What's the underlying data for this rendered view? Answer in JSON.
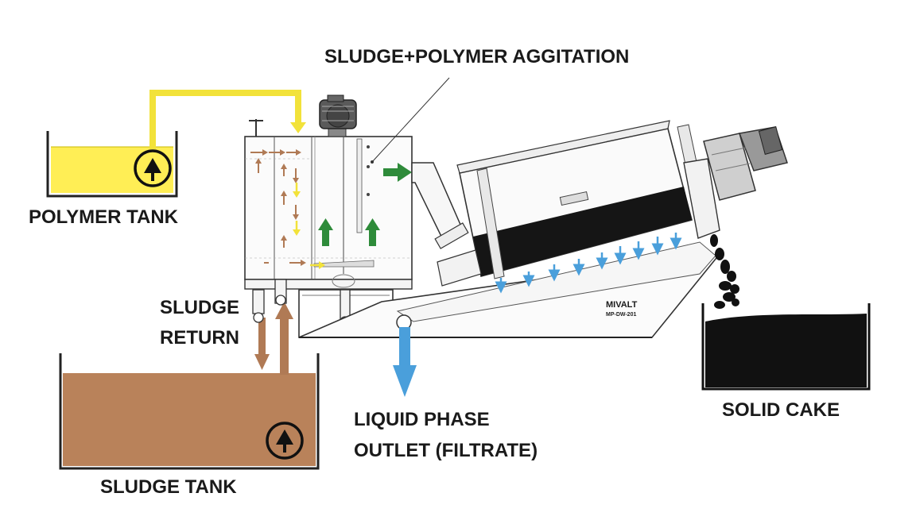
{
  "labels": {
    "agitation": "SLUDGE+POLYMER AGGITATION",
    "polymer_tank": "POLYMER TANK",
    "sludge_return_line1": "SLUDGE",
    "sludge_return_line2": "RETURN",
    "sludge_tank": "SLUDGE TANK",
    "liquid_outlet_line1": "LIQUID PHASE",
    "liquid_outlet_line2": "OUTLET (FILTRATE)",
    "solid_cake": "SOLID CAKE",
    "machine_brand": "MIVALT",
    "machine_model": "MP-DW-201"
  },
  "colors": {
    "polymer": "#ffee55",
    "polymer_line": "#f2e23a",
    "sludge": "#b9825a",
    "sludge_arrow": "#b07a55",
    "filtrate": "#4a9fdb",
    "agitation_arrow": "#2e8b3a",
    "cake": "#111111",
    "outline": "#222222"
  },
  "icons": [
    "pump-icon",
    "motor-icon",
    "gear-motor-icon"
  ]
}
